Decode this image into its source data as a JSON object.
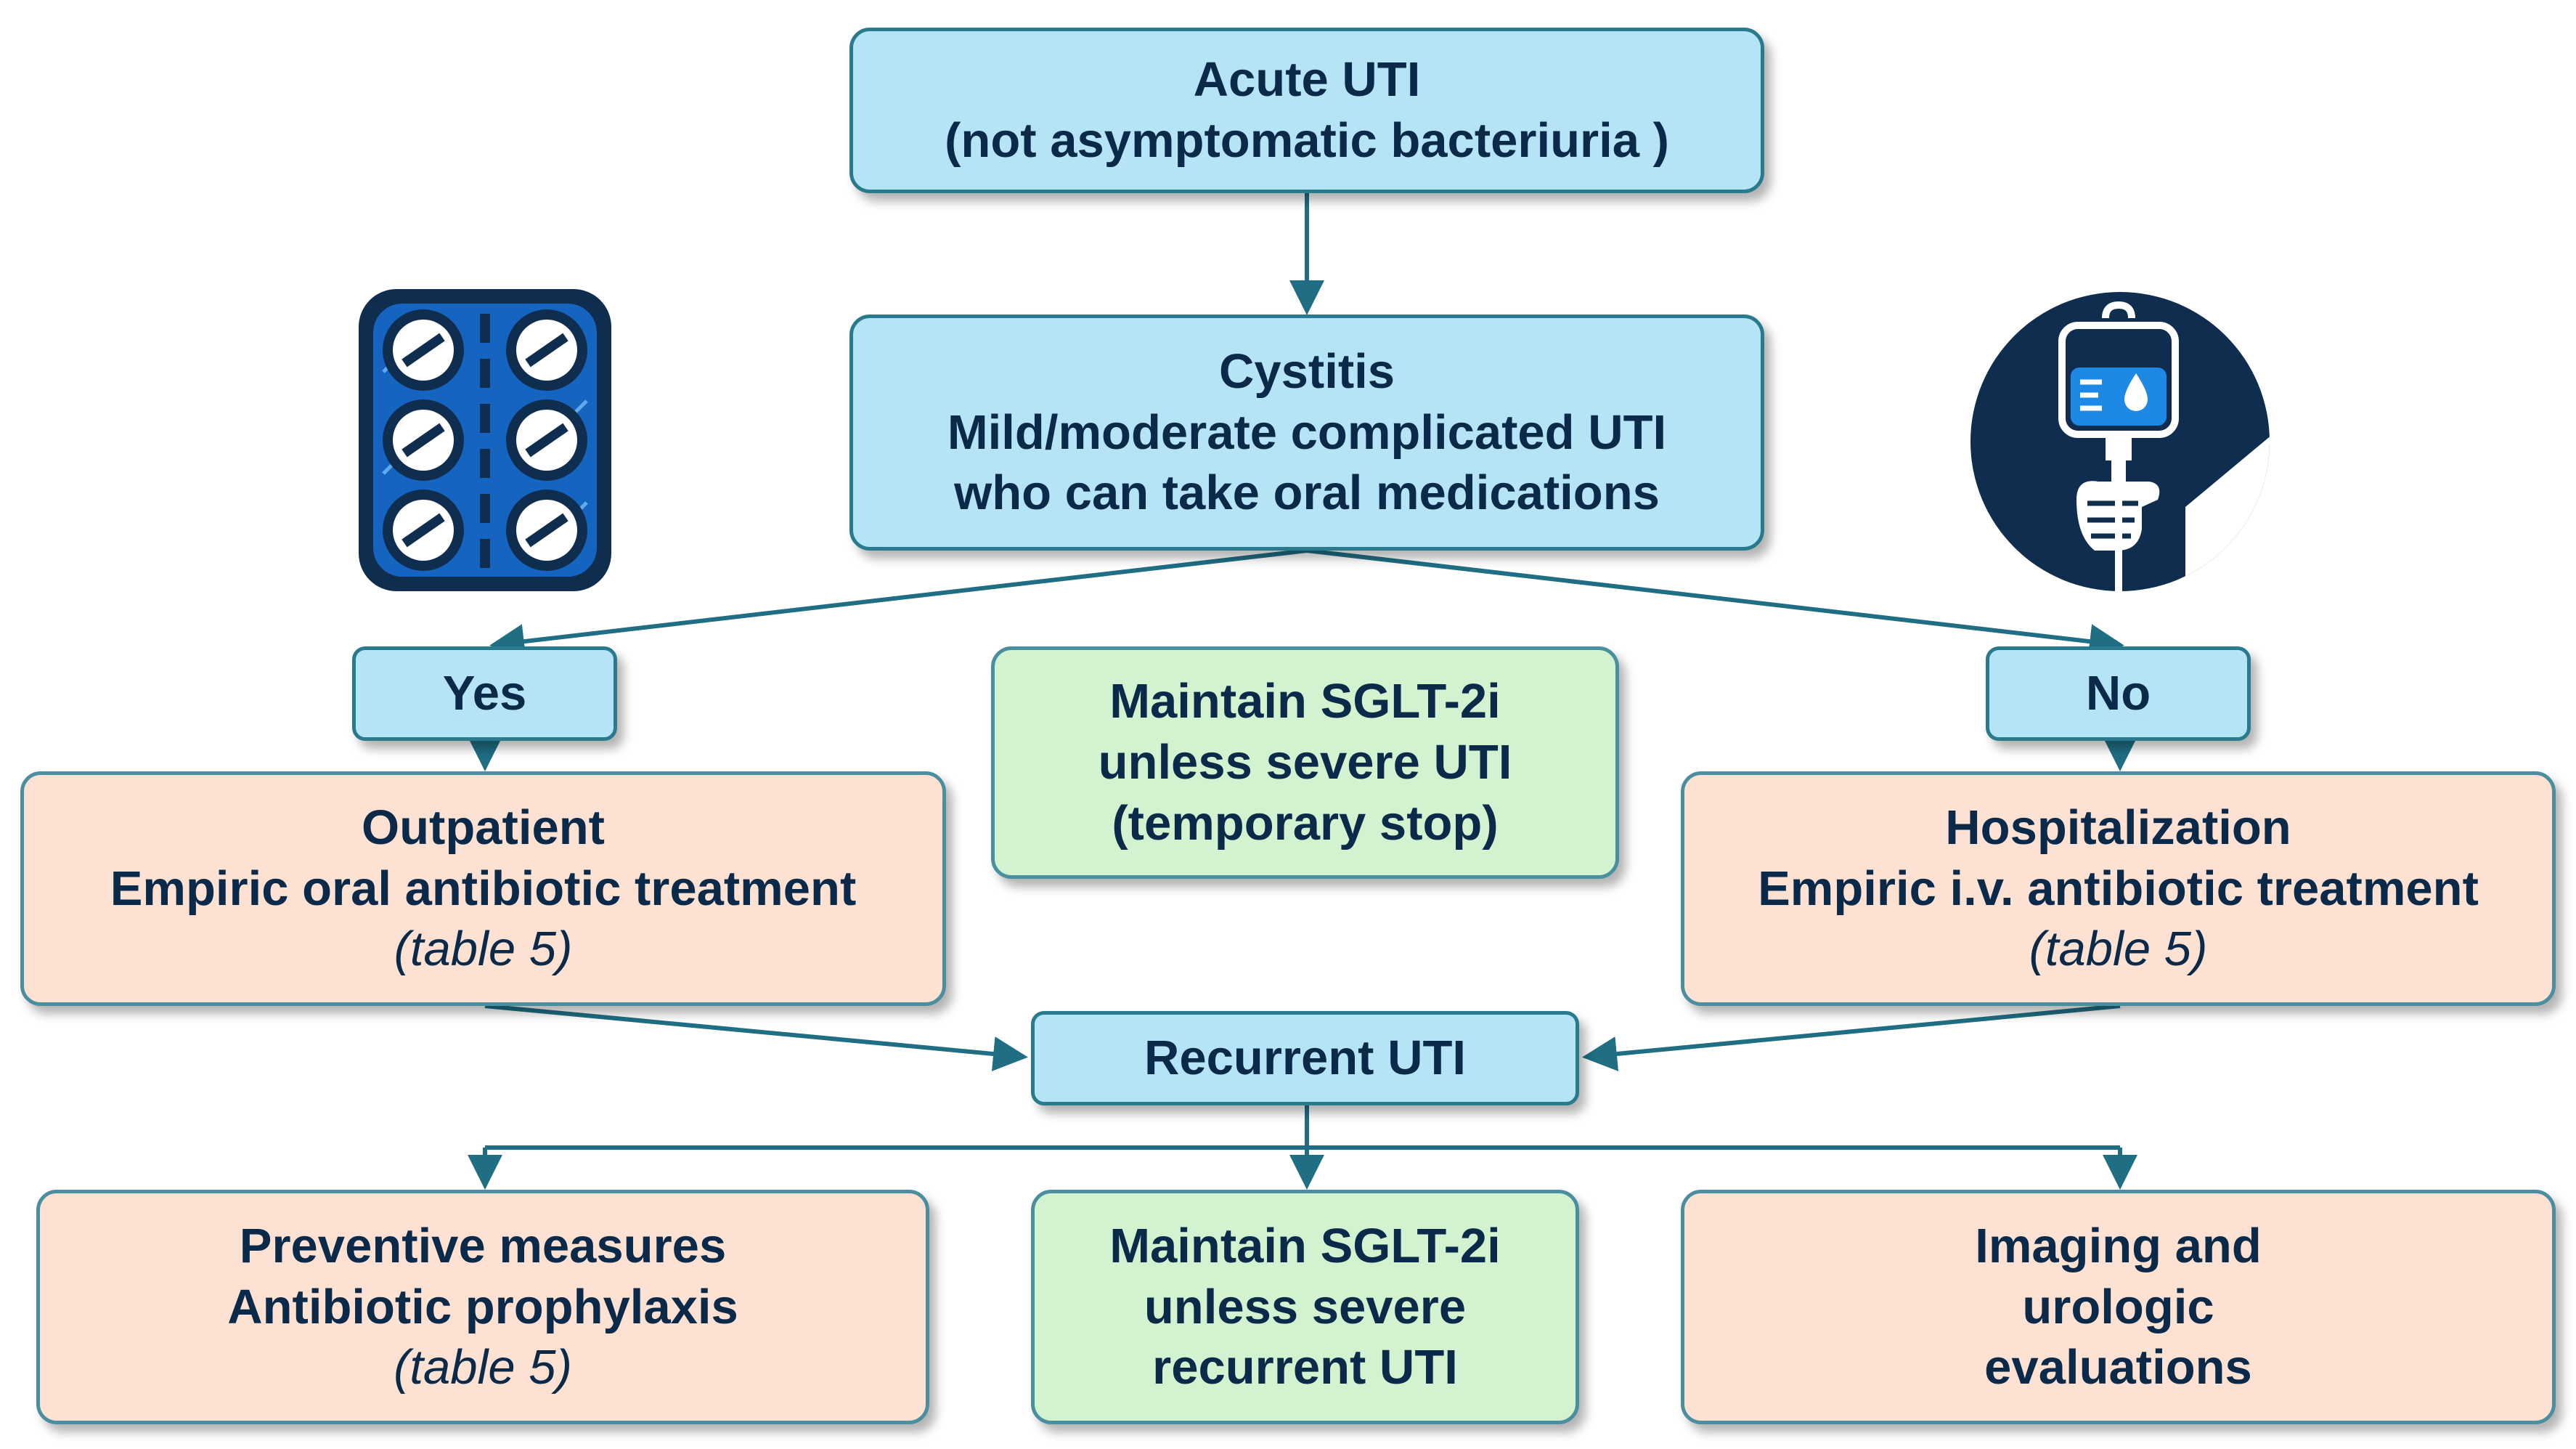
{
  "nodes": {
    "acute": {
      "lines": [
        "Acute UTI",
        "(not asymptomatic bacteriuria )"
      ]
    },
    "cystitis": {
      "lines": [
        "Cystitis",
        "Mild/moderate complicated UTI",
        "who can take oral medications"
      ]
    },
    "yes": {
      "label": "Yes"
    },
    "no": {
      "label": "No"
    },
    "maintain_top": {
      "lines": [
        "Maintain SGLT-2i",
        "unless severe UTI",
        "(temporary stop)"
      ]
    },
    "outpatient": {
      "lines": [
        "Outpatient",
        "Empiric oral antibiotic treatment"
      ],
      "note": "(table 5)"
    },
    "hospitalization": {
      "lines": [
        "Hospitalization",
        "Empiric i.v. antibiotic treatment"
      ],
      "note": "(table 5)"
    },
    "recurrent": {
      "label": "Recurrent UTI"
    },
    "preventive": {
      "lines": [
        "Preventive measures",
        "Antibiotic prophylaxis"
      ],
      "note": "(table 5)"
    },
    "maintain_bottom": {
      "lines": [
        "Maintain SGLT-2i",
        "unless severe",
        "recurrent UTI"
      ]
    },
    "imaging": {
      "lines": [
        "Imaging and",
        "urologic",
        "evaluations"
      ]
    }
  },
  "icons": {
    "left": "pill-blister-icon",
    "right": "iv-drip-bag-icon"
  },
  "colors": {
    "blue_box": "#b5e4f7",
    "peach_box": "#fde2d4",
    "green_box": "#d2f2d0",
    "border": "#2a7a8e",
    "connector": "#1f6e84",
    "text": "#0b2a4a",
    "icon_navy": "#0e2d4f",
    "icon_blue": "#1565c0"
  }
}
